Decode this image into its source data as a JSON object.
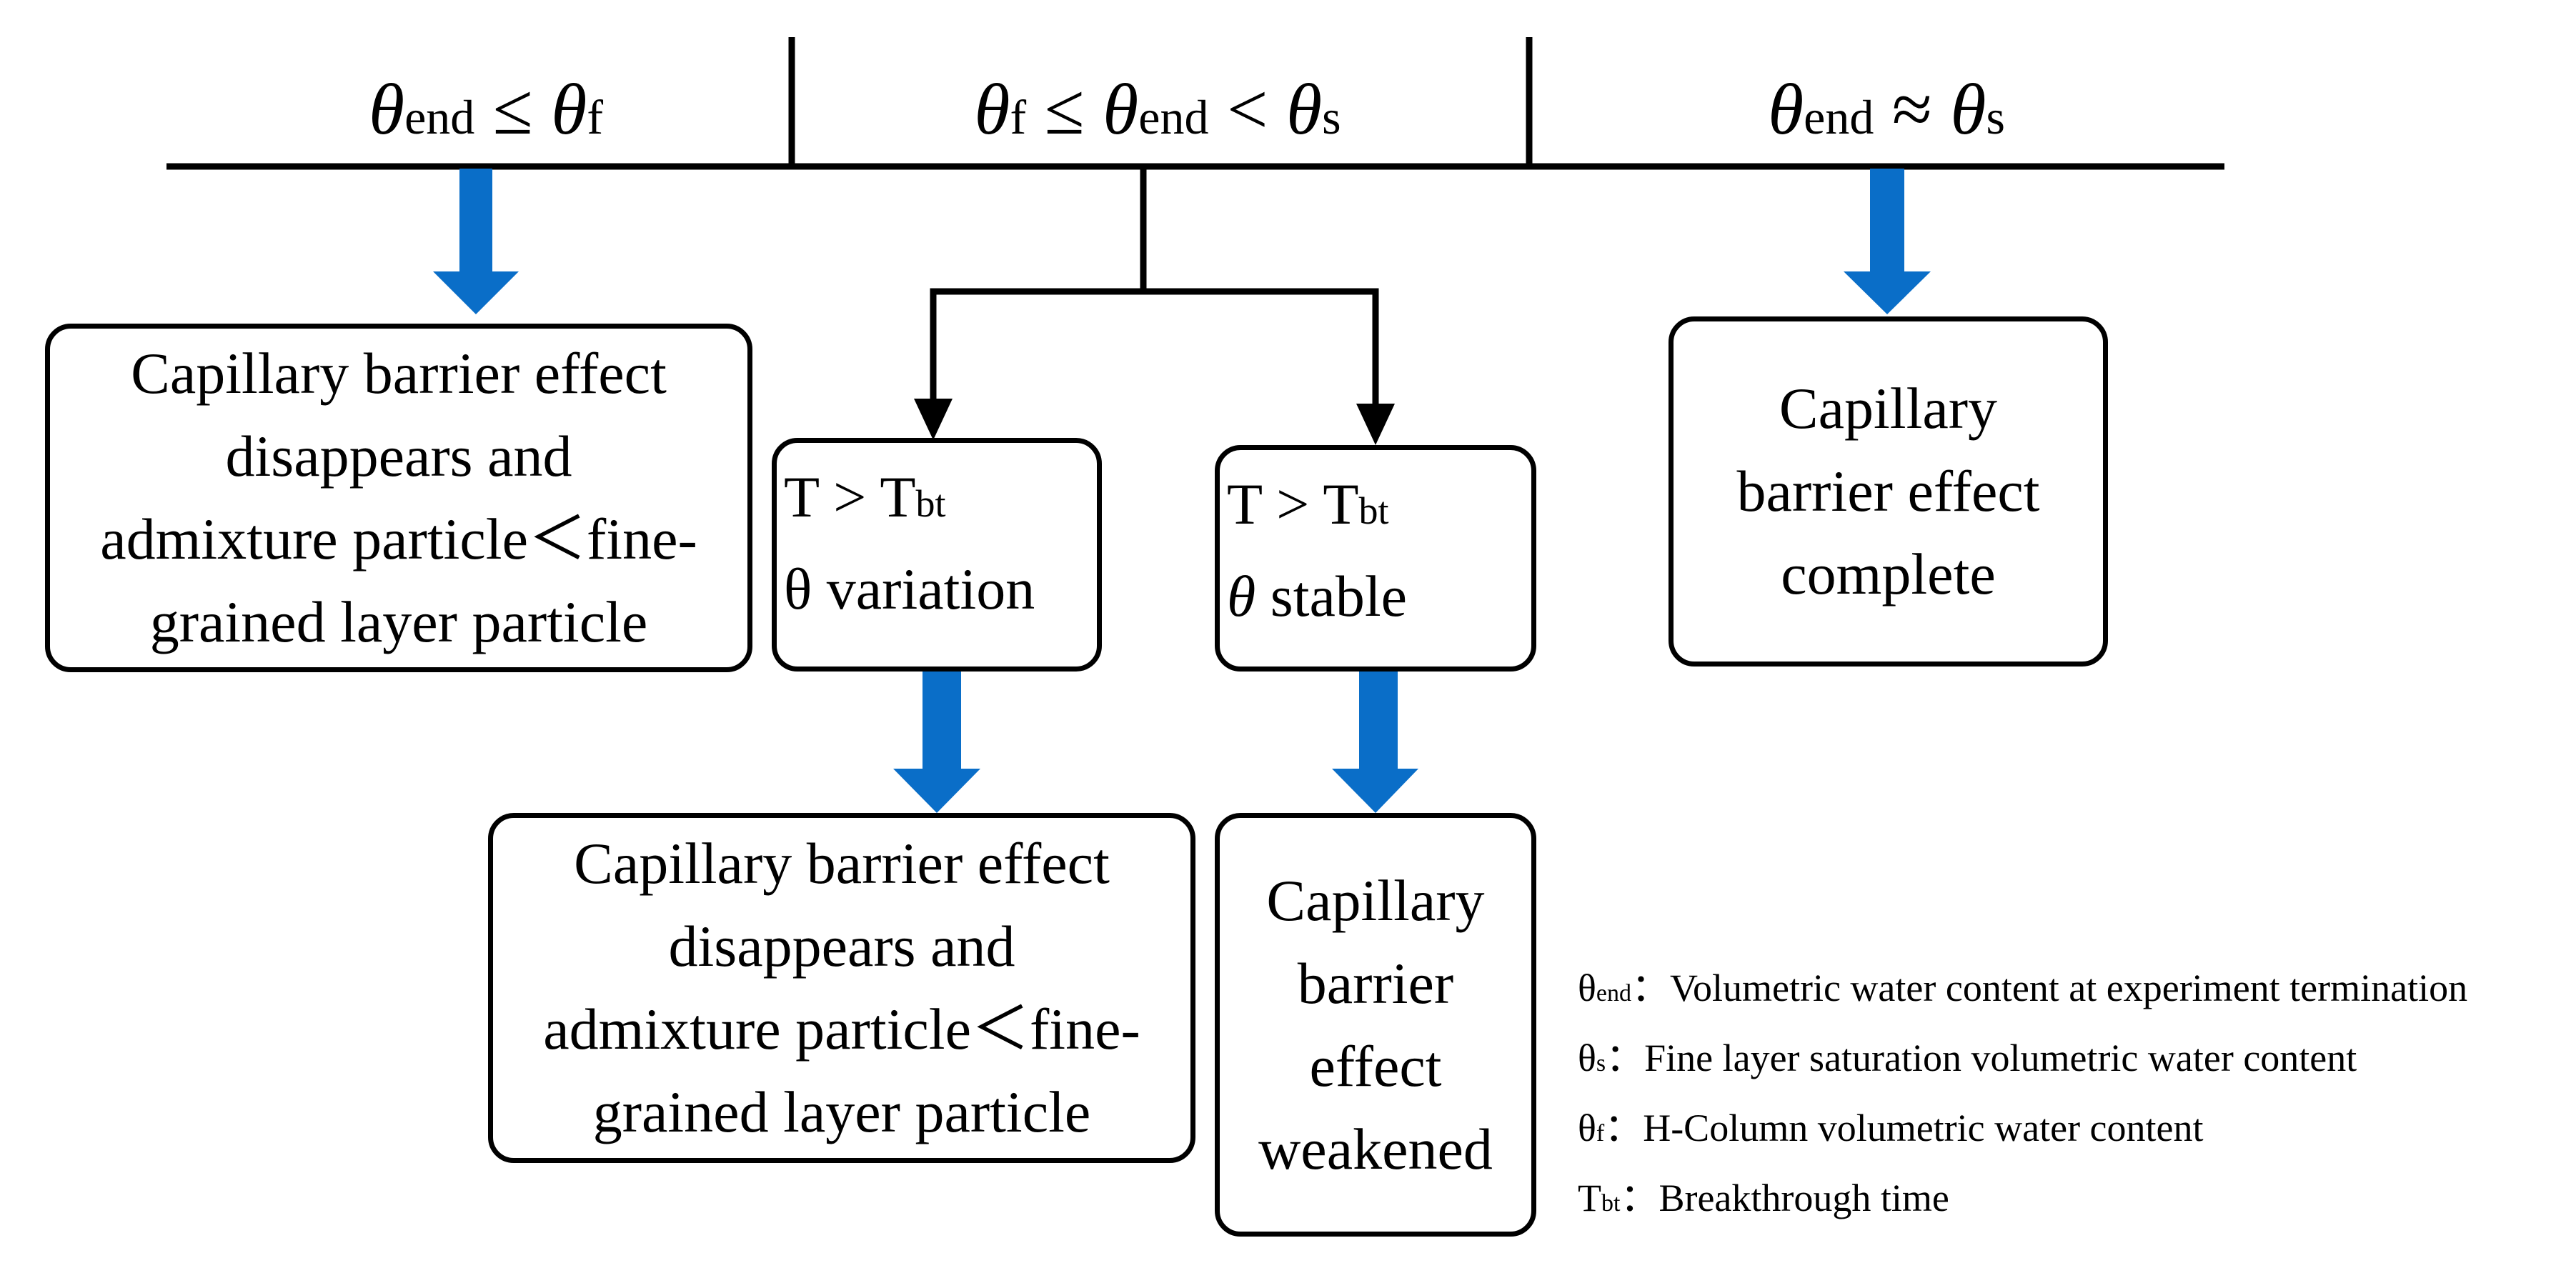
{
  "headers": {
    "left": {
      "sym1": "θ",
      "sub1": "end",
      "op": " ≤ ",
      "sym2": "θ",
      "sub2": "f"
    },
    "middle": {
      "sym1": "θ",
      "sub1": "f",
      "op1": " ≤ ",
      "sym2": "θ",
      "sub2": "end",
      "op2": " < ",
      "sym3": "θ",
      "sub3": "s"
    },
    "right": {
      "sym1": "θ",
      "sub1": "end",
      "op": " ≈ ",
      "sym2": "θ",
      "sub2": "s"
    }
  },
  "boxes": {
    "left_result": [
      "Capillary barrier effect",
      "disappears and",
      "admixture particle＜fine-",
      "grained layer particle"
    ],
    "cond_variation": {
      "line1_main": "T > T",
      "line1_sub": "bt",
      "line2_sym": "θ",
      "line2_text": " variation"
    },
    "cond_stable": {
      "line1_main": "T > T",
      "line1_sub": "bt",
      "line2_sym": "θ",
      "line2_text": " stable"
    },
    "right_result": [
      "Capillary",
      "barrier effect",
      "complete"
    ],
    "variation_result": [
      "Capillary barrier effect",
      "disappears and",
      "admixture particle＜fine-",
      "grained layer particle"
    ],
    "stable_result": [
      "Capillary",
      "barrier",
      "effect",
      "weakened"
    ]
  },
  "legend": [
    {
      "sym": "θ",
      "sub": "end",
      "sep": "：",
      "text": "Volumetric water content at experiment termination"
    },
    {
      "sym": "θ",
      "sub": "s",
      "sep": "：",
      "text": "Fine layer saturation volumetric water content"
    },
    {
      "sym": "θ",
      "sub": "f",
      "sep": "：",
      "text": "H-Column volumetric water content"
    },
    {
      "sym": "T",
      "sub": "bt",
      "sep": "：",
      "text": "Breakthrough time"
    }
  ],
  "colors": {
    "arrow_blue": "#0a6ec8",
    "line": "#000000"
  }
}
